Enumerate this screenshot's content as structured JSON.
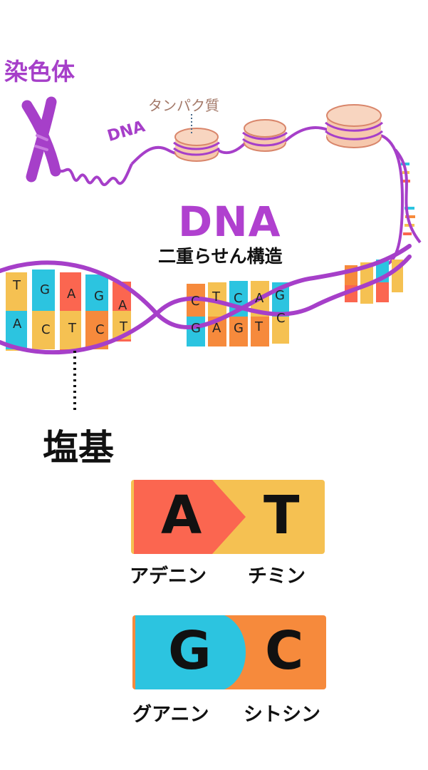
{
  "labels": {
    "chromosome": "染色体",
    "dna_small": "DNA",
    "protein": "タンパク質",
    "dna_big": "DNA",
    "double_helix": "二重らせん構造",
    "base": "塩基"
  },
  "helix_letters": {
    "left_top": [
      "T",
      "G",
      "A",
      "G",
      "A"
    ],
    "left_bottom": [
      "A",
      "C",
      "T",
      "C",
      "T"
    ],
    "mid_top": [
      "C",
      "T",
      "C",
      "A",
      "G"
    ],
    "mid_bottom": [
      "G",
      "A",
      "G",
      "T",
      "C"
    ]
  },
  "pairs": [
    {
      "left_letter": "A",
      "left_name": "アデニン",
      "right_letter": "T",
      "right_name": "チミン",
      "left_color": "#fb6650",
      "right_color": "#f5c152"
    },
    {
      "left_letter": "G",
      "left_name": "グアニン",
      "right_letter": "C",
      "right_name": "シトシン",
      "left_color": "#2cc4e0",
      "right_color": "#f68a3c"
    }
  ],
  "colors": {
    "purple": "#a63fc9",
    "nucleosome": "#f6c8ad",
    "nucleosome_edge": "#d9866b"
  }
}
